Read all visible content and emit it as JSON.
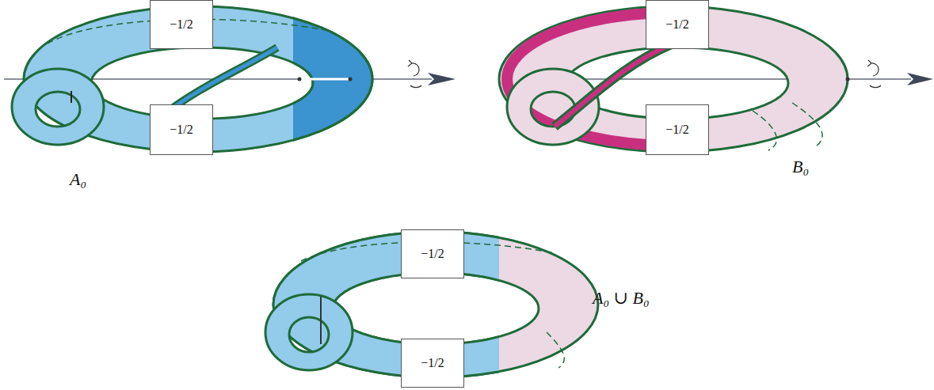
{
  "diagram": {
    "nodes": [
      {
        "text": [
          "−1/2"
        ]
      },
      {
        "text": [
          "−1/2"
        ]
      },
      {
        "text": [
          "−1/2"
        ]
      },
      {
        "text": [
          "−1/2"
        ]
      },
      {
        "text": [
          "−1/2"
        ]
      },
      {
        "text": [
          "−1/2"
        ]
      }
    ],
    "labels": [
      "A₀",
      "B₀",
      "A₀ ∪ B₀"
    ]
  }
}
